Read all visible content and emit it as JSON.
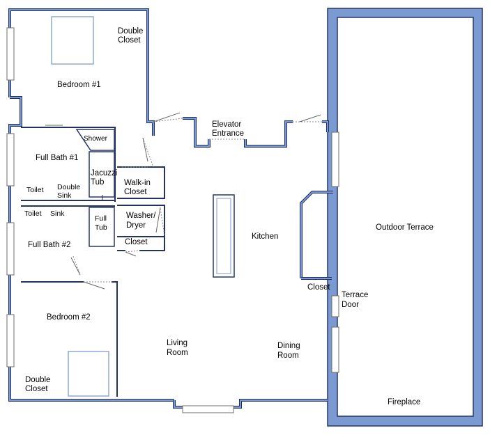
{
  "rooms": {
    "double_closet_top": [
      "Double",
      "Closet"
    ],
    "bedroom1": "Bedroom #1",
    "shower": "Shower",
    "elevator": [
      "Elevator",
      "Entrance"
    ],
    "full_bath1": "Full Bath #1",
    "jacuzzi": [
      "Jacuzzi",
      "Tub"
    ],
    "walkin": [
      "Walk-in",
      "Closet"
    ],
    "toilet1": "Toilet",
    "double_sink": [
      "Double",
      "Sink"
    ],
    "toilet2": "Toilet",
    "sink": "Sink",
    "full_tub": [
      "Full",
      "Tub"
    ],
    "washer": [
      "Washer/",
      "Dryer"
    ],
    "kitchen": "Kitchen",
    "outdoor_terrace": "Outdoor Terrace",
    "full_bath2": "Full Bath #2",
    "closet_small": "Closet",
    "closet_kitchen": "Closet",
    "terrace_door": [
      "Terrace",
      "Door"
    ],
    "bedroom2": "Bedroom #2",
    "living": [
      "Living",
      "Room"
    ],
    "dining": [
      "Dining",
      "Room"
    ],
    "double_closet_bottom": [
      "Double",
      "Closet"
    ],
    "fireplace": "Fireplace"
  },
  "colors": {
    "wall_outline": "#1f2f5c",
    "wall_fill": "#7b9ad1",
    "fixture": "#8fa8d5"
  }
}
